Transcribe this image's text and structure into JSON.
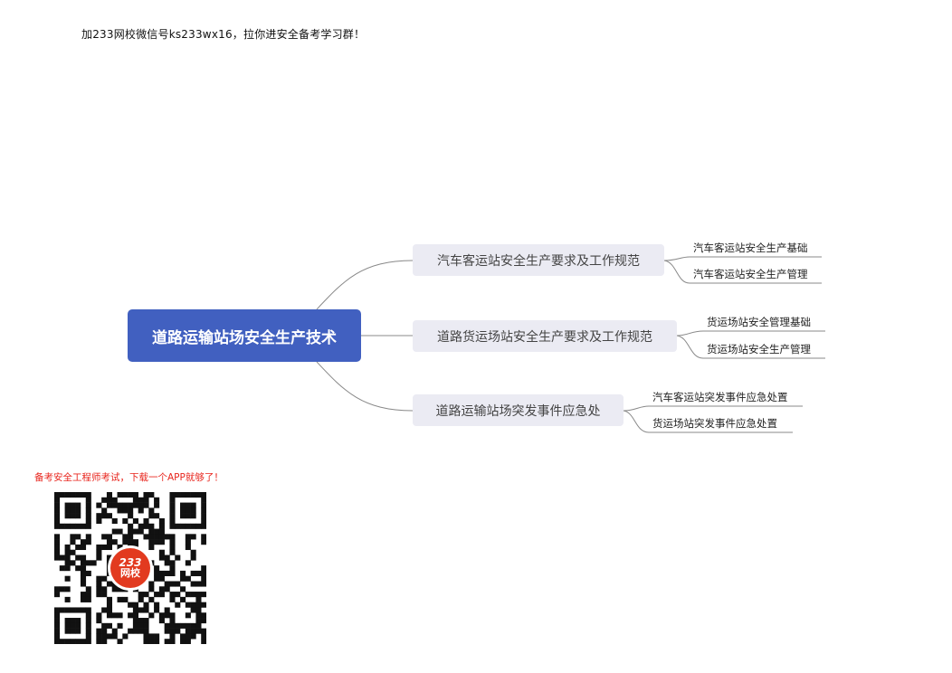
{
  "header_note": "加233网校微信号ks233wx16，拉你进安全备考学习群！",
  "mindmap": {
    "root": "道路运输站场安全生产技术",
    "branches": [
      {
        "label": "汽车客运站安全生产要求及工作规范",
        "children": [
          "汽车客运站安全生产基础",
          "汽车客运站安全生产管理"
        ]
      },
      {
        "label": "道路货运场站安全生产要求及工作规范",
        "children": [
          "货运场站安全管理基础",
          "货运场站安全生产管理"
        ]
      },
      {
        "label": "道路运输站场突发事件应急处",
        "children": [
          "汽车客运站突发事件应急处置",
          "货运场站突发事件应急处置"
        ]
      }
    ]
  },
  "app_promo": {
    "text": "备考安全工程师考试，下载一个APP就够了！",
    "logo_line1": "233",
    "logo_line2": "网校"
  },
  "colors": {
    "root_fill": "#4160c0",
    "branch_fill": "#ebebf3",
    "connector": "#888888",
    "promo_text": "#e8251d",
    "logo_fill": "#e23a1f"
  }
}
